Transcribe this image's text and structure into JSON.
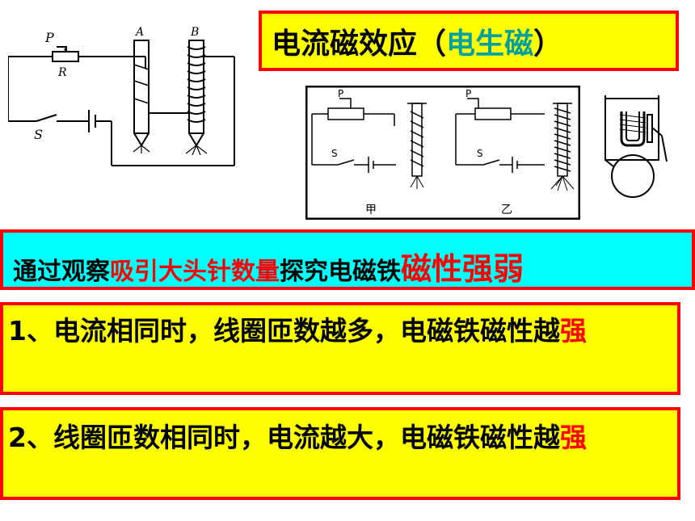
{
  "title": {
    "prefix": "电流磁效应（",
    "highlight": "电生磁",
    "suffix": "）"
  },
  "method": {
    "prefix": "通过观察",
    "highlight1": "吸引大头针数量",
    "middle": "探究电磁铁",
    "highlight2": "磁性强弱"
  },
  "rule1": {
    "text": "1、电流相同时，线圈匝数越多，电磁铁磁性越",
    "highlight": "强"
  },
  "rule2": {
    "text": "2、线圈匝数相同时，电流越大，电磁铁磁性越",
    "highlight": "强"
  },
  "circuit_left": {
    "label_p": "P",
    "label_r": "R",
    "label_s": "S",
    "label_a": "A",
    "label_b": "B"
  },
  "circuit_middle": {
    "label_p1": "P",
    "label_s1": "S",
    "label_p2": "P",
    "label_s2": "S",
    "caption_1": "甲",
    "caption_2": "乙"
  },
  "colors": {
    "yellow": "#ffff00",
    "red": "#ff0000",
    "cyan": "#00ffff",
    "teal_text": "#00a0a0"
  }
}
